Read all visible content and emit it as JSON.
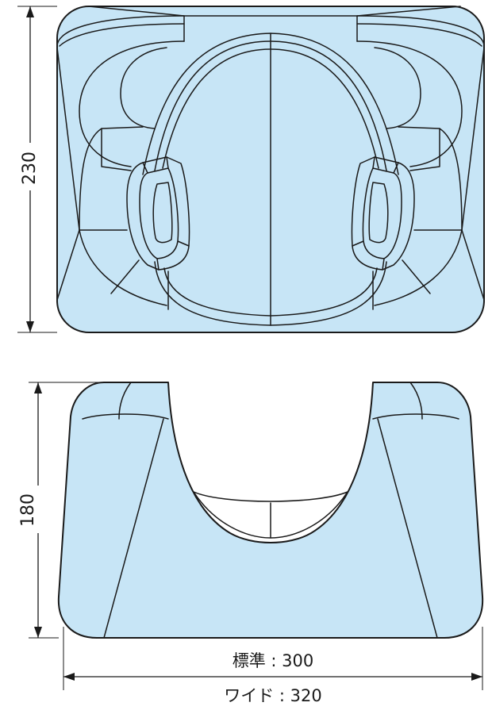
{
  "colors": {
    "fill": "#c7e5f6",
    "line": "#1a1a1a",
    "background": "#ffffff"
  },
  "top_view": {
    "height_label": "230"
  },
  "front_view": {
    "height_label": "180"
  },
  "widths": {
    "standard_label": "標準 : 300",
    "wide_label": "ワイド : 320"
  }
}
